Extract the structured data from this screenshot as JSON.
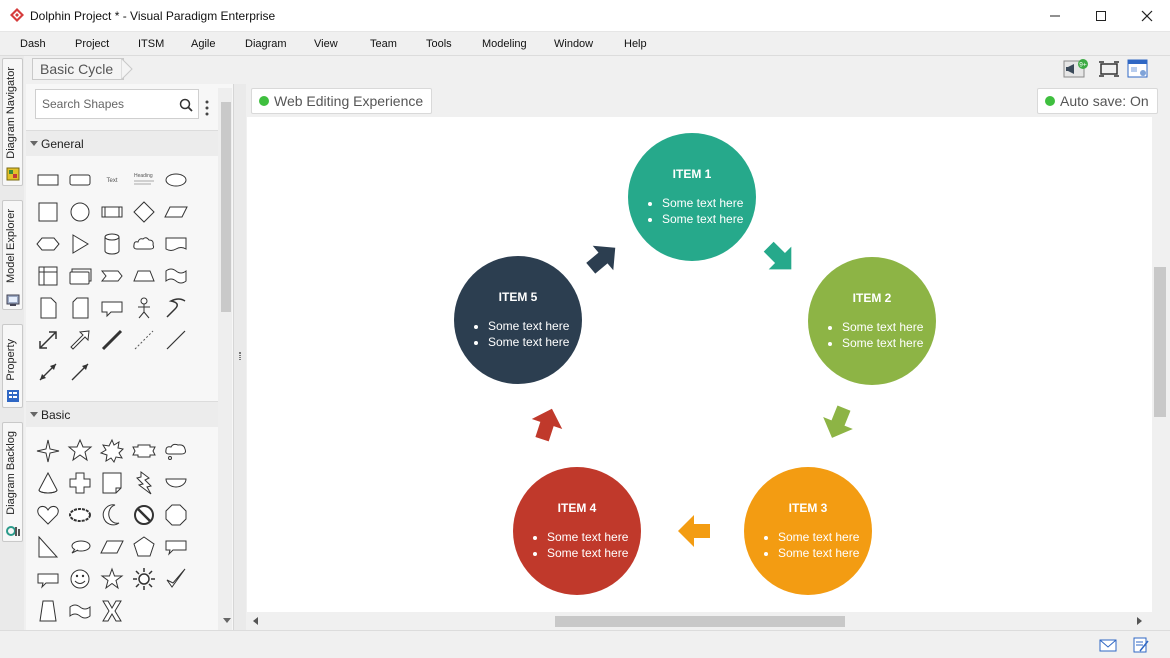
{
  "window": {
    "title": "Dolphin Project * - Visual Paradigm Enterprise"
  },
  "menu": [
    "Dash",
    "Project",
    "ITSM",
    "Agile",
    "Diagram",
    "View",
    "Team",
    "Tools",
    "Modeling",
    "Window",
    "Help"
  ],
  "left_tabs": [
    "Diagram Navigator",
    "Model Explorer",
    "Property",
    "Diagram Backlog"
  ],
  "breadcrumb": "Basic Cycle",
  "toolbar": {
    "notification_badge": "9+"
  },
  "shapes_panel": {
    "search_placeholder": "Search Shapes",
    "sections": [
      {
        "label": "General"
      },
      {
        "label": "Basic"
      }
    ],
    "general_text_glyphs": [
      "Text",
      "Heading"
    ]
  },
  "canvas": {
    "web_editing_label": "Web Editing Experience",
    "autosave_label": "Auto save: On",
    "autosave_color": "#3fbf3f",
    "items": [
      {
        "title": "ITEM 1",
        "bullets": [
          "Some text here",
          "Some text here"
        ],
        "color": "#26a98b"
      },
      {
        "title": "ITEM 2",
        "bullets": [
          "Some text here",
          "Some text here"
        ],
        "color": "#8db445"
      },
      {
        "title": "ITEM 3",
        "bullets": [
          "Some text here",
          "Some text here"
        ],
        "color": "#f39c12"
      },
      {
        "title": "ITEM 4",
        "bullets": [
          "Some text here",
          "Some text here"
        ],
        "color": "#c0392b"
      },
      {
        "title": "ITEM 5",
        "bullets": [
          "Some text here",
          "Some text here"
        ],
        "color": "#2c3e50"
      }
    ],
    "arrow_colors": [
      "#26a98b",
      "#8db445",
      "#f39c12",
      "#c0392b",
      "#2c3e50"
    ]
  },
  "status_icons": [
    "mail-icon",
    "edit-note-icon"
  ]
}
